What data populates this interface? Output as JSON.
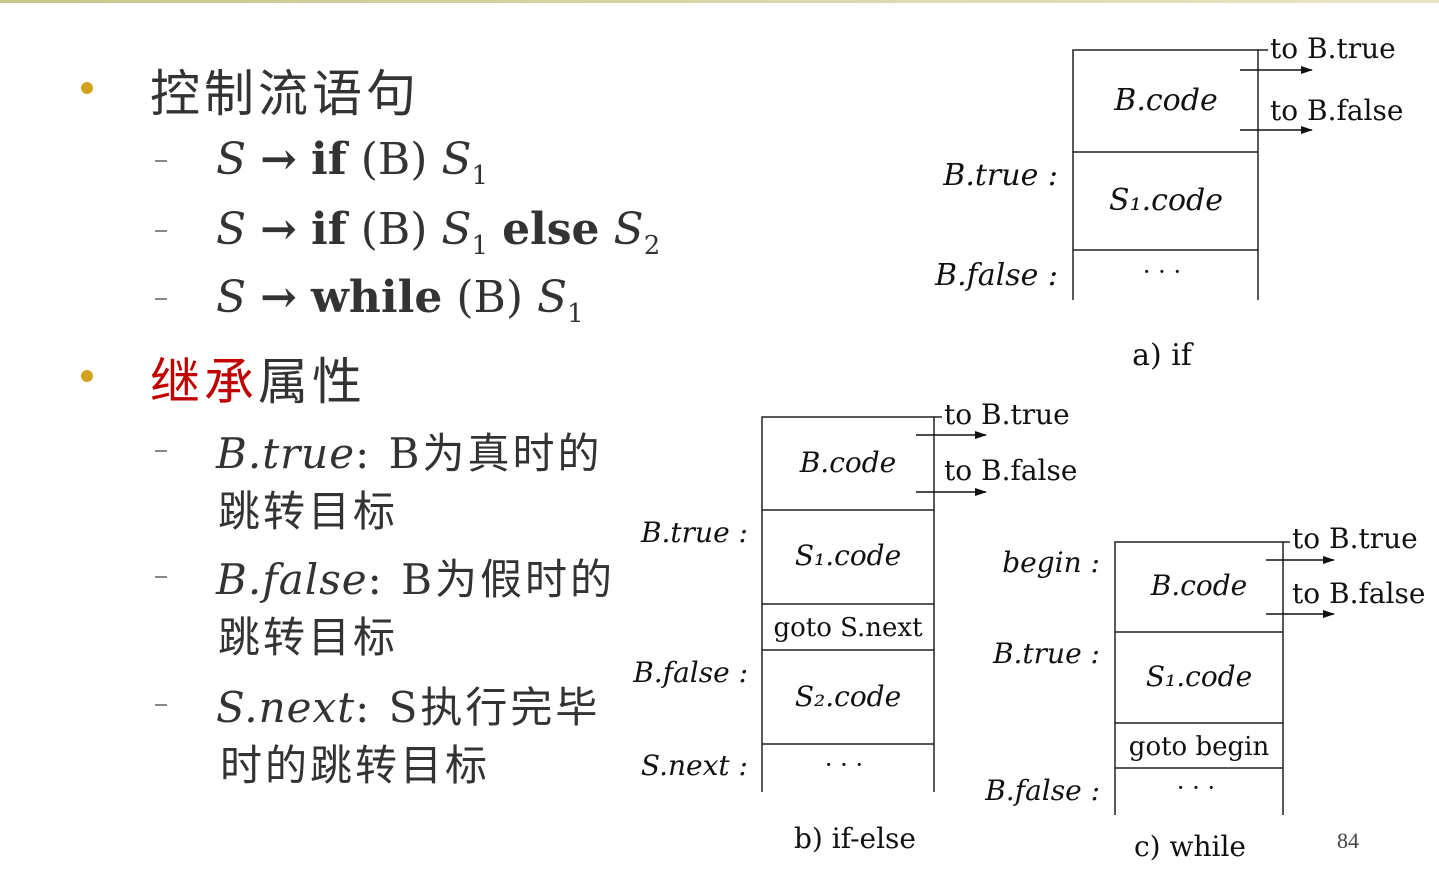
{
  "page_number": "84",
  "left": {
    "item1": {
      "title": "控制流语句"
    },
    "rules": [
      {
        "lhs": "S",
        "arrow": "→",
        "kw1": "if",
        "cond": "(B)",
        "s1": "S",
        "s1_sub": "1",
        "kw2": "",
        "s2": "",
        "s2_sub": ""
      },
      {
        "lhs": "S",
        "arrow": "→",
        "kw1": "if",
        "cond": "(B)",
        "s1": "S",
        "s1_sub": "1",
        "kw2": "else",
        "s2": "S",
        "s2_sub": "2"
      },
      {
        "lhs": "S",
        "arrow": "→",
        "kw1": "while",
        "cond": "(B)",
        "s1": "S",
        "s1_sub": "1",
        "kw2": "",
        "s2": "",
        "s2_sub": ""
      }
    ],
    "item2": {
      "title_red": "继承",
      "title_rest": "属性"
    },
    "attrs": [
      {
        "name": "B.true",
        "colon": ":",
        "line1": "B为真时的",
        "line2": "跳转目标"
      },
      {
        "name": "B.false",
        "colon": ":",
        "line1": "B为假时的",
        "line2": "跳转目标"
      },
      {
        "name": "S.next",
        "colon": ":",
        "line1": "S执行完毕",
        "line2": "时的跳转目标"
      }
    ]
  },
  "diagrams": {
    "if": {
      "caption": "a)  if",
      "cells": [
        "B.code",
        "S₁.code",
        "· · ·"
      ],
      "labels": [
        "B.true :",
        "B.false :"
      ],
      "arrows": [
        "to  B.true",
        "to  B.false"
      ]
    },
    "ifelse": {
      "caption": "b)  if-else",
      "cells": [
        "B.code",
        "S₁.code",
        "goto  S.next",
        "S₂.code",
        "· · ·"
      ],
      "labels": [
        "B.true :",
        "B.false :",
        "S.next :"
      ],
      "arrows": [
        "to  B.true",
        "to  B.false"
      ]
    },
    "while": {
      "caption": "c) while",
      "cells": [
        "B.code",
        "S₁.code",
        "goto  begin",
        "· · ·"
      ],
      "labels": [
        "begin :",
        "B.true :",
        "B.false :"
      ],
      "arrows": [
        "to  B.true",
        "to  B.false"
      ]
    }
  }
}
